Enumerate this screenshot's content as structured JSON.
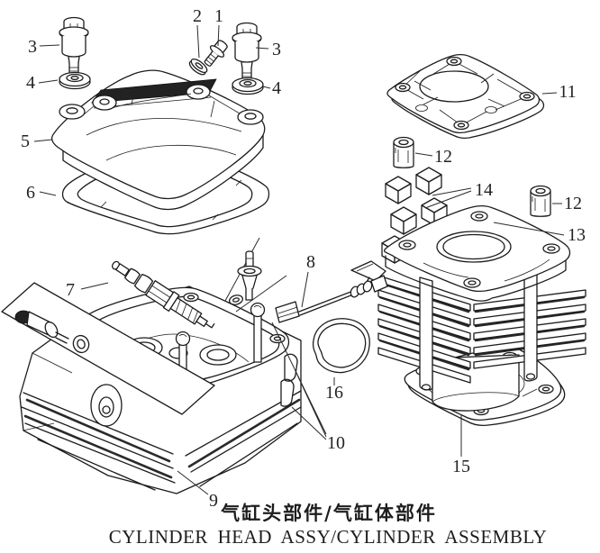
{
  "diagram": {
    "caption": {
      "cn": "气缸头部件/气缸体部件",
      "en": "CYLINDER HEAD ASSY/CYLINDER ASSEMBLY"
    },
    "callouts": [
      {
        "id": "callout-1",
        "label": "1"
      },
      {
        "id": "callout-2",
        "label": "2"
      },
      {
        "id": "callout-3-left",
        "label": "3"
      },
      {
        "id": "callout-3-right",
        "label": "3"
      },
      {
        "id": "callout-4-left",
        "label": "4"
      },
      {
        "id": "callout-4-right",
        "label": "4"
      },
      {
        "id": "callout-5",
        "label": "5"
      },
      {
        "id": "callout-6",
        "label": "6"
      },
      {
        "id": "callout-7",
        "label": "7"
      },
      {
        "id": "callout-8",
        "label": "8"
      },
      {
        "id": "callout-9",
        "label": "9"
      },
      {
        "id": "callout-10",
        "label": "10"
      },
      {
        "id": "callout-11",
        "label": "11"
      },
      {
        "id": "callout-12-top",
        "label": "12"
      },
      {
        "id": "callout-12-right",
        "label": "12"
      },
      {
        "id": "callout-13",
        "label": "13"
      },
      {
        "id": "callout-14",
        "label": "14"
      },
      {
        "id": "callout-15",
        "label": "15"
      },
      {
        "id": "callout-16",
        "label": "16"
      }
    ],
    "colors": {
      "line": "#1c1c1c",
      "background": "#ffffff"
    }
  }
}
